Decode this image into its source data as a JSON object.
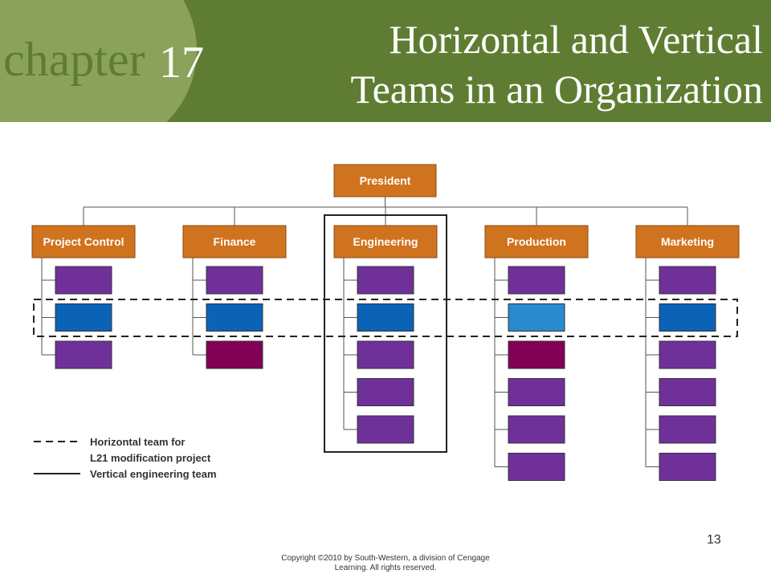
{
  "header": {
    "chapter_word": "chapter",
    "chapter_number": "17",
    "title_line1": "Horizontal and Vertical",
    "title_line2": "Teams in an Organization"
  },
  "org_chart": {
    "president": "President",
    "departments": [
      {
        "name": "Project Control",
        "units": [
          "purple",
          "blue",
          "purple"
        ]
      },
      {
        "name": "Finance",
        "units": [
          "purple",
          "blue",
          "maroon"
        ]
      },
      {
        "name": "Engineering",
        "units": [
          "purple",
          "blue",
          "purple",
          "purple",
          "purple"
        ]
      },
      {
        "name": "Production",
        "units": [
          "purple",
          "light-blue",
          "maroon",
          "purple",
          "purple",
          "purple"
        ]
      },
      {
        "name": "Marketing",
        "units": [
          "purple",
          "blue",
          "purple",
          "purple",
          "purple",
          "purple"
        ]
      }
    ],
    "colors": {
      "header_orange": "#d0731e",
      "purple": "#70309a",
      "blue": "#0b63b8",
      "light-blue": "#2a8ad0",
      "maroon": "#820056",
      "header_green": "#5e7d32",
      "header_light_green": "#8ba25a"
    },
    "legend": {
      "horizontal_line1": "Horizontal team for",
      "horizontal_line2": "L21 modification project",
      "vertical": "Vertical engineering team"
    }
  },
  "footer": {
    "page_number": "13",
    "copyright_line1": "Copyright ©2010 by South-Western, a division of Cengage",
    "copyright_line2": "Learning.  All rights reserved."
  }
}
